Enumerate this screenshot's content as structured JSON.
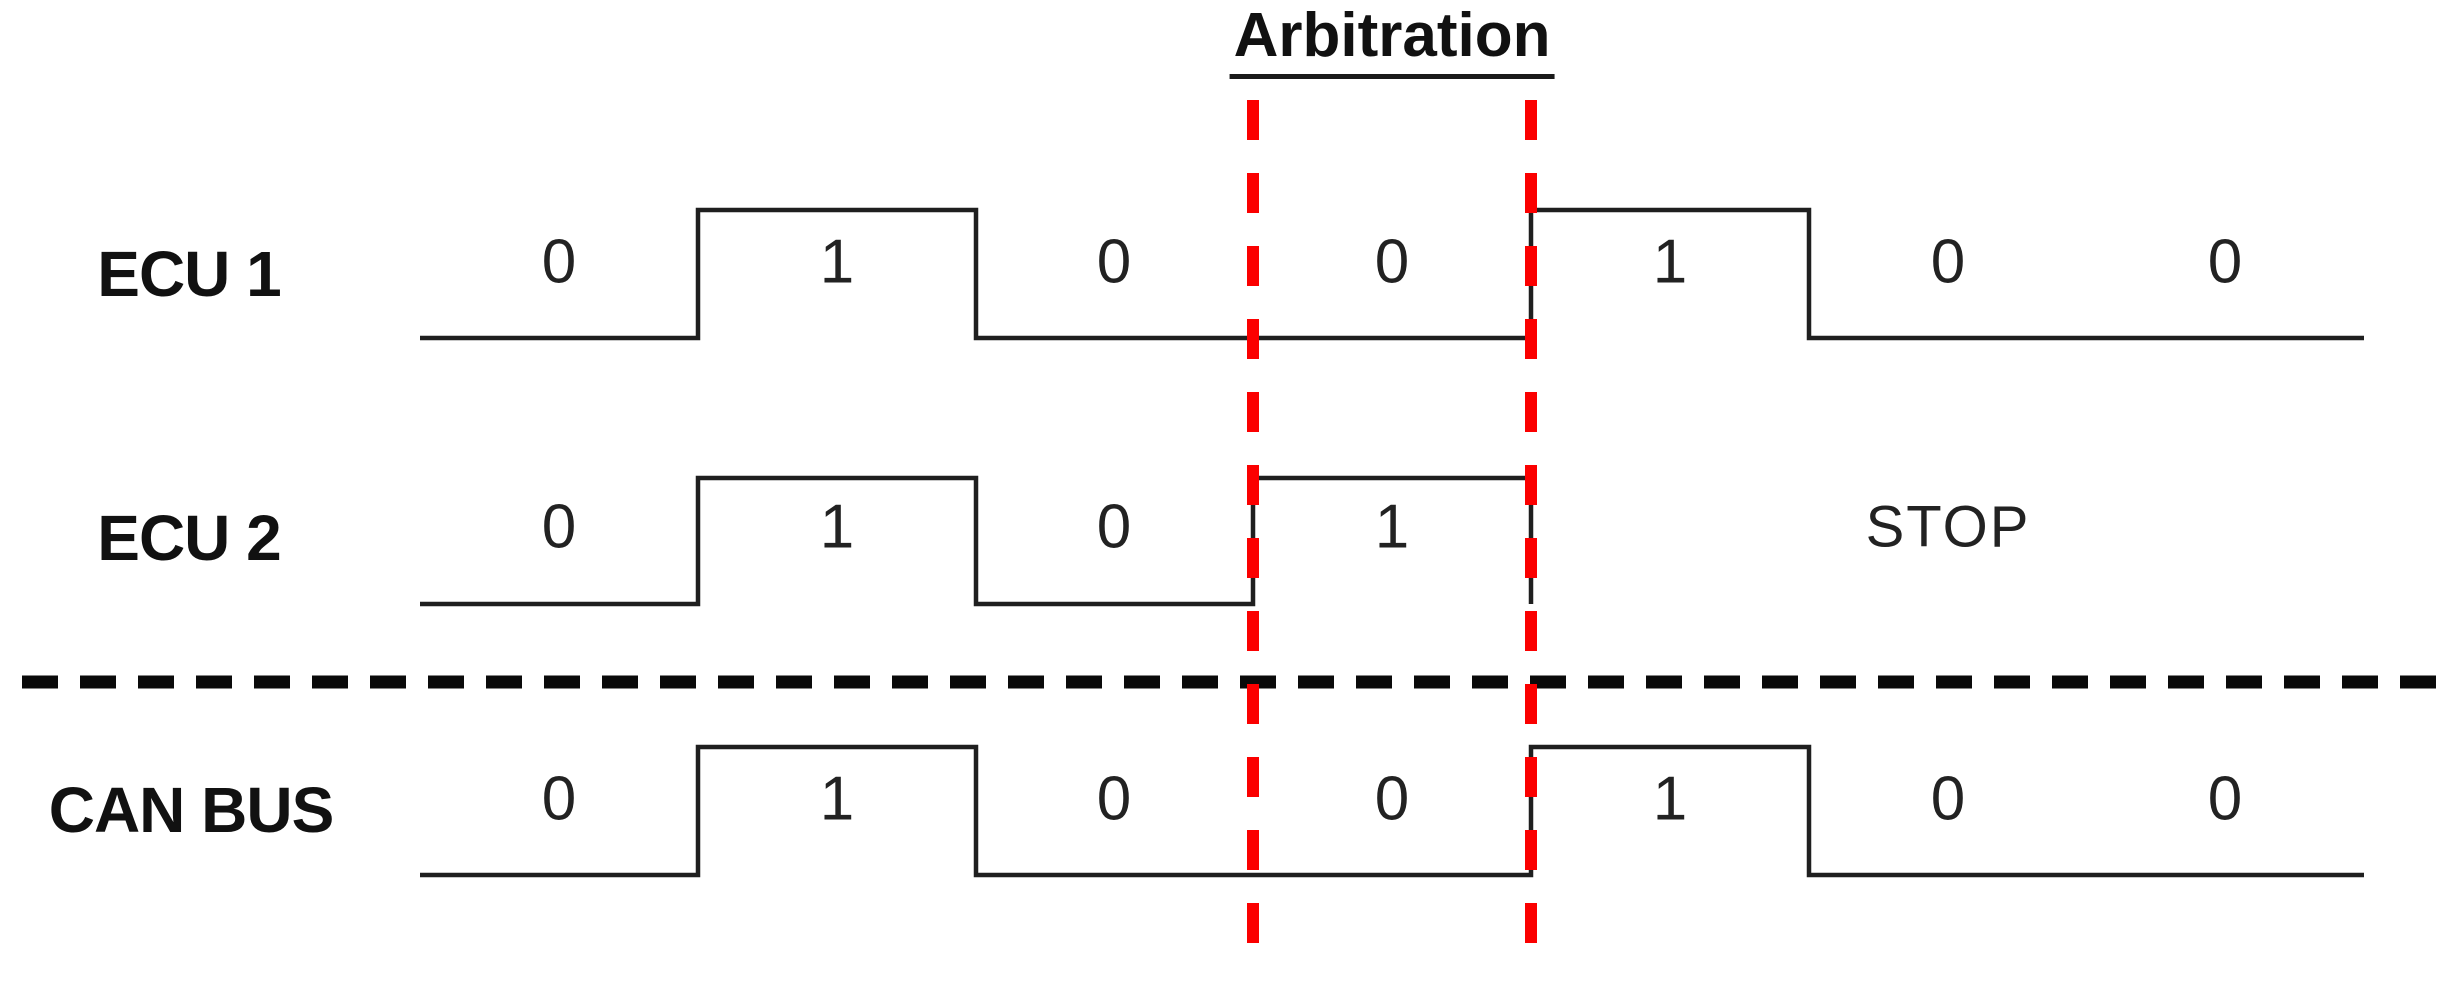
{
  "title": "Arbitration",
  "colors": {
    "signal_line": "#1f1f1f",
    "divider_line": "#0a0a0a",
    "arbitration_marker": "#fb0000"
  },
  "rows": {
    "ecu1": {
      "label": "ECU 1",
      "bits": [
        "0",
        "1",
        "0",
        "0",
        "1",
        "0",
        "0"
      ]
    },
    "ecu2": {
      "label": "ECU 2",
      "bits": [
        "0",
        "1",
        "0",
        "1"
      ],
      "stop_label": "STOP"
    },
    "canbus": {
      "label": "CAN BUS",
      "bits": [
        "0",
        "1",
        "0",
        "0",
        "1",
        "0",
        "0"
      ]
    }
  },
  "waveform_data": {
    "type": "digital-timing-diagram",
    "bit_slots": 7,
    "series": [
      {
        "name": "ECU 1",
        "bits": [
          0,
          1,
          0,
          0,
          1,
          0,
          0
        ]
      },
      {
        "name": "ECU 2",
        "bits": [
          0,
          1,
          0,
          1
        ],
        "stops_after_bit": 4
      },
      {
        "name": "CAN BUS",
        "bits": [
          0,
          1,
          0,
          0,
          1,
          0,
          0
        ]
      }
    ],
    "arbitration_window_bit_index": 3
  }
}
